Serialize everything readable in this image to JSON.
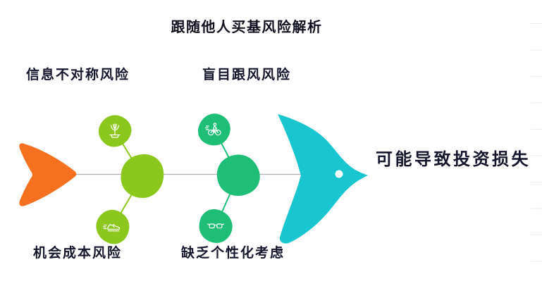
{
  "title": "跟随他人买基风险解析",
  "effect": {
    "label": "可能导致投资损失"
  },
  "branches": [
    {
      "position": "top-left",
      "label": "信息不对称风险",
      "icon": "sprout-icon",
      "color": "#8CC71E"
    },
    {
      "position": "top-middle",
      "label": "盲目跟风风险",
      "icon": "cyclist-icon",
      "color": "#1FBE77"
    },
    {
      "position": "bottom-left",
      "label": "机会成本风险",
      "icon": "running-shoe-icon",
      "color": "#8CC71E"
    },
    {
      "position": "bottom-middle",
      "label": "缺乏个性化考虑",
      "icon": "glasses-icon",
      "color": "#1FBE77"
    }
  ],
  "colors": {
    "tail_orange": "#F5711F",
    "branch_green_light": "#8CC71E",
    "branch_green_emerald": "#1FBE77",
    "head_cyan": "#19C5CE",
    "spine_gray": "#B0B0B0",
    "text_dark": "#15152E"
  }
}
